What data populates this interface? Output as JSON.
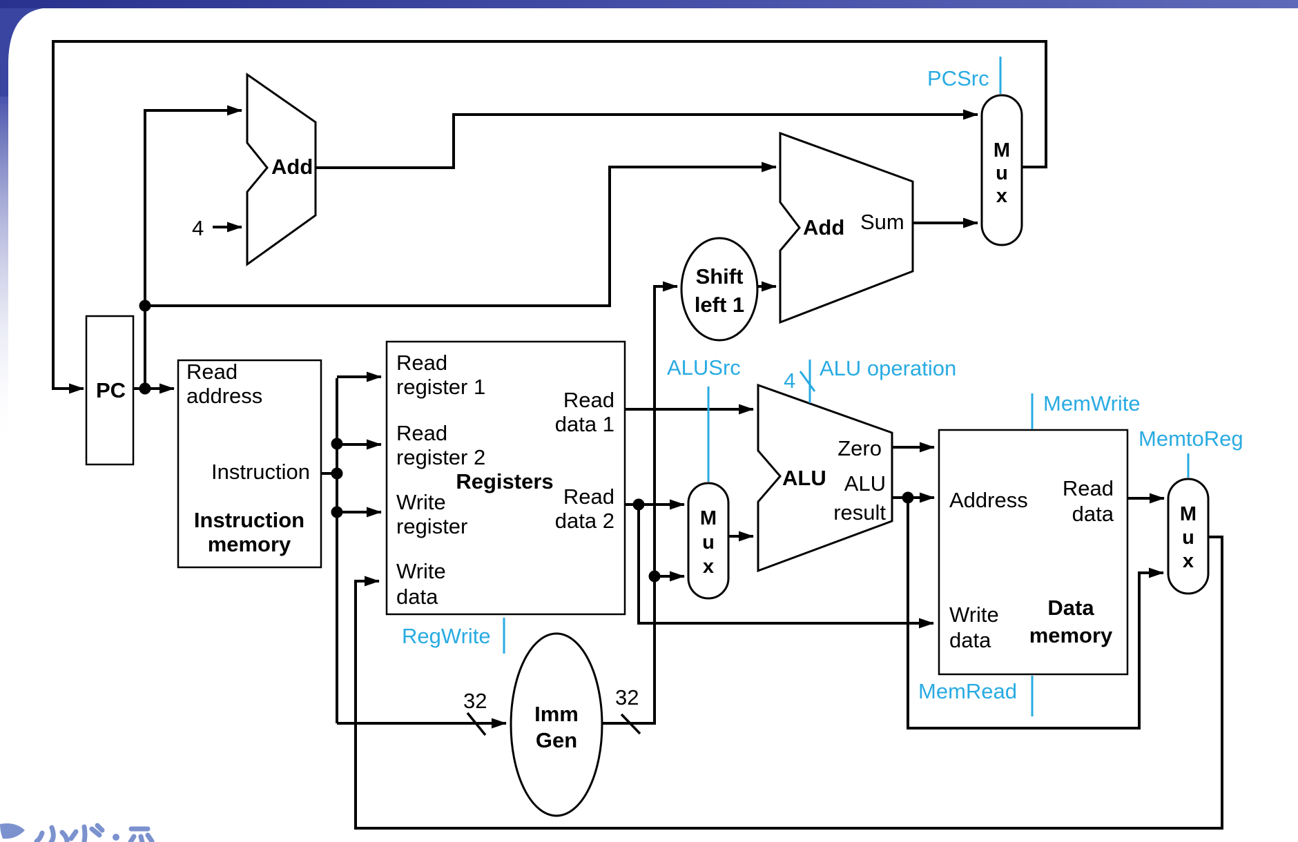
{
  "page": {
    "background": "#ffffff",
    "topbar_gradient_left": "#29338F",
    "topbar_gradient_right": "#5F69B9",
    "left_strip_color": "#4A54AC",
    "logo_color": "#7B92CE"
  },
  "colors": {
    "wire": "#000000",
    "control_signal": "#29ABE2",
    "component_fill": "#ffffff",
    "component_stroke": "#000000"
  },
  "components": {
    "pc": {
      "label": "PC"
    },
    "imem": {
      "port_read_address": [
        "Read",
        "address"
      ],
      "port_instruction": "Instruction",
      "title": [
        "Instruction",
        "memory"
      ]
    },
    "add_pc": {
      "label": "Add",
      "constant_input": "4"
    },
    "add_branch": {
      "label": "Add",
      "output_label": "Sum"
    },
    "shift_left": {
      "label": [
        "Shift",
        "left 1"
      ]
    },
    "imm_gen": {
      "label": [
        "Imm",
        "Gen"
      ],
      "input_width": "32",
      "output_width": "32"
    },
    "registers": {
      "title": "Registers",
      "port_read_register_1": [
        "Read",
        "register 1"
      ],
      "port_read_register_2": [
        "Read",
        "register 2"
      ],
      "port_write_register": [
        "Write",
        "register"
      ],
      "port_write_data": [
        "Write",
        "data"
      ],
      "port_read_data_1": [
        "Read",
        "data 1"
      ],
      "port_read_data_2": [
        "Read",
        "data 2"
      ]
    },
    "alu": {
      "label": "ALU",
      "port_zero": "Zero",
      "port_result": [
        "ALU",
        "result"
      ]
    },
    "dmem": {
      "title": [
        "Data",
        "memory"
      ],
      "port_address": "Address",
      "port_read_data": [
        "Read",
        "data"
      ],
      "port_write_data": [
        "Write",
        "data"
      ]
    },
    "mux": {
      "letters": [
        "M",
        "u",
        "x"
      ]
    }
  },
  "control_signals": {
    "pcsrc": "PCSrc",
    "alusrc": "ALUSrc",
    "alu_operation": "ALU operation",
    "alu_operation_width": "4",
    "regwrite": "RegWrite",
    "memwrite": "MemWrite",
    "memread": "MemRead",
    "memtoreg": "MemtoReg"
  }
}
